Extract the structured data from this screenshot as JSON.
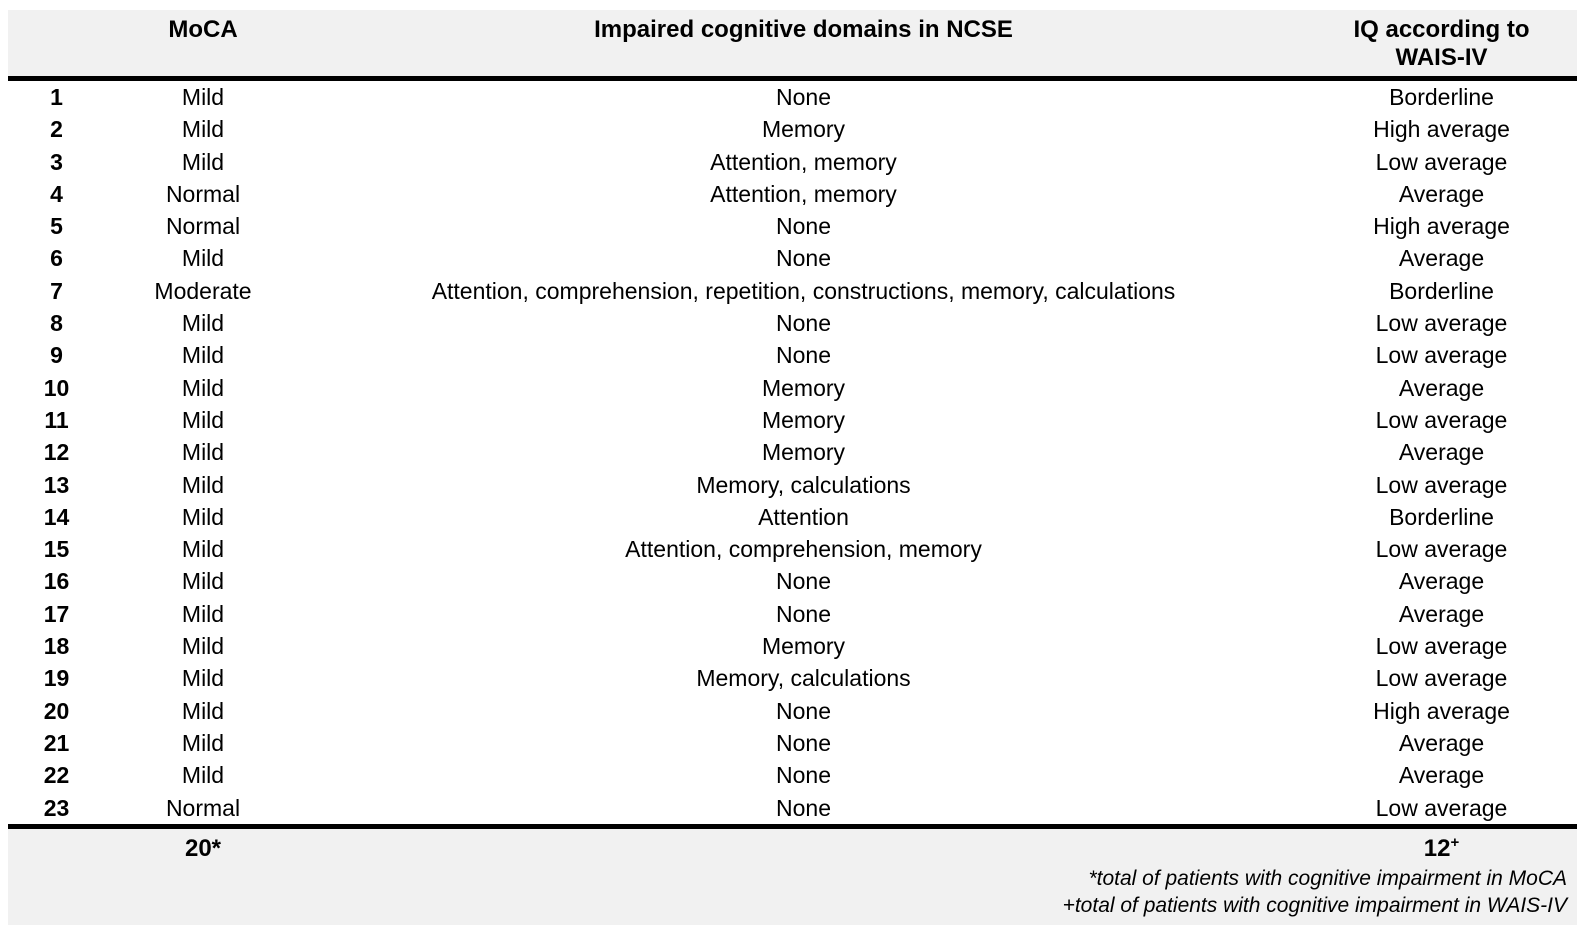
{
  "colors": {
    "band": "#f1f1f1",
    "rule": "#000000",
    "background": "#ffffff",
    "text": "#000000"
  },
  "table": {
    "header": {
      "row_number": "",
      "moca": "MoCA",
      "ncse": "Impaired cognitive domains in NCSE",
      "iq_line1": "IQ according to",
      "iq_line2": "WAIS-IV"
    },
    "rows": [
      {
        "id": "1",
        "moca": "Mild",
        "ncse": "None",
        "iq": "Borderline"
      },
      {
        "id": "2",
        "moca": "Mild",
        "ncse": "Memory",
        "iq": "High average"
      },
      {
        "id": "3",
        "moca": "Mild",
        "ncse": "Attention, memory",
        "iq": "Low average"
      },
      {
        "id": "4",
        "moca": "Normal",
        "ncse": "Attention, memory",
        "iq": "Average"
      },
      {
        "id": "5",
        "moca": "Normal",
        "ncse": "None",
        "iq": "High average"
      },
      {
        "id": "6",
        "moca": "Mild",
        "ncse": "None",
        "iq": "Average"
      },
      {
        "id": "7",
        "moca": "Moderate",
        "ncse": "Attention, comprehension, repetition, constructions, memory, calculations",
        "iq": "Borderline"
      },
      {
        "id": "8",
        "moca": "Mild",
        "ncse": "None",
        "iq": "Low average"
      },
      {
        "id": "9",
        "moca": "Mild",
        "ncse": "None",
        "iq": "Low average"
      },
      {
        "id": "10",
        "moca": "Mild",
        "ncse": "Memory",
        "iq": "Average"
      },
      {
        "id": "11",
        "moca": "Mild",
        "ncse": "Memory",
        "iq": "Low average"
      },
      {
        "id": "12",
        "moca": "Mild",
        "ncse": "Memory",
        "iq": "Average"
      },
      {
        "id": "13",
        "moca": "Mild",
        "ncse": "Memory, calculations",
        "iq": "Low average"
      },
      {
        "id": "14",
        "moca": "Mild",
        "ncse": "Attention",
        "iq": "Borderline"
      },
      {
        "id": "15",
        "moca": "Mild",
        "ncse": "Attention, comprehension, memory",
        "iq": "Low average"
      },
      {
        "id": "16",
        "moca": "Mild",
        "ncse": "None",
        "iq": "Average"
      },
      {
        "id": "17",
        "moca": "Mild",
        "ncse": "None",
        "iq": "Average"
      },
      {
        "id": "18",
        "moca": "Mild",
        "ncse": "Memory",
        "iq": "Low average"
      },
      {
        "id": "19",
        "moca": "Mild",
        "ncse": "Memory, calculations",
        "iq": "Low average"
      },
      {
        "id": "20",
        "moca": "Mild",
        "ncse": "None",
        "iq": "High average"
      },
      {
        "id": "21",
        "moca": "Mild",
        "ncse": "None",
        "iq": "Average"
      },
      {
        "id": "22",
        "moca": "Mild",
        "ncse": "None",
        "iq": "Average"
      },
      {
        "id": "23",
        "moca": "Normal",
        "ncse": "None",
        "iq": "Low average"
      }
    ],
    "footer": {
      "moca_total": "20",
      "moca_total_mark": "*",
      "iq_total": "12",
      "iq_total_mark": "+",
      "footnote_moca": "*total of patients with cognitive impairment in MoCA",
      "footnote_wais": "+total of patients with cognitive impairment in WAIS-IV"
    }
  }
}
